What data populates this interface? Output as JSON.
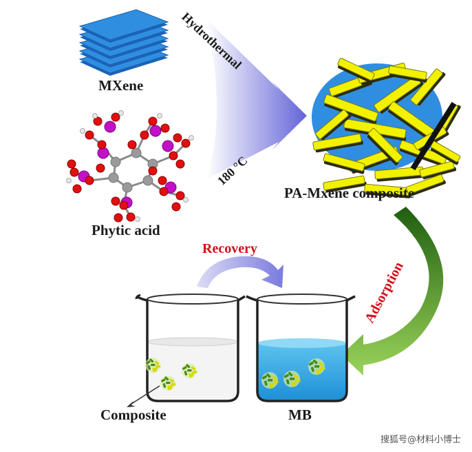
{
  "labels": {
    "mxene": "MXene",
    "phytic_acid": "Phytic acid",
    "hydrothermal": "Hydrothermal",
    "temperature": "180 °C",
    "composite_title": "PA-Mxene composite",
    "recovery": "Recovery",
    "adsorption": "Adsorption",
    "composite": "Composite",
    "mb": "MB"
  },
  "watermark": "搜狐号@材料小博士",
  "colors": {
    "mxene_sheet": "#2f8ee0",
    "rod_yellow": "#f2f200",
    "arrow_purple": "#6a6ad8",
    "arrow_green": "#2e7a1a",
    "accent_red": "#d0101a",
    "mb_solution": "#2aa8e8",
    "atom_phosphorus": "#c40fc8",
    "atom_oxygen": "#e01010",
    "atom_carbon": "#9a9a9a"
  }
}
